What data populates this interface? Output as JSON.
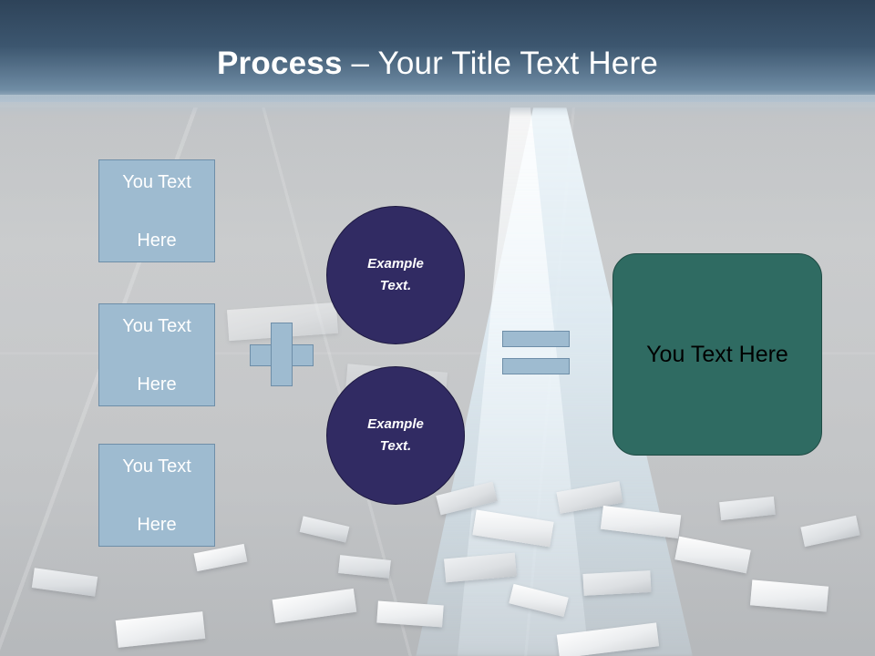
{
  "slide": {
    "title": {
      "strong": "Process",
      "rest": " – Your Title Text Here"
    },
    "left_boxes": [
      {
        "line1": "You Text",
        "line2": "Here"
      },
      {
        "line1": "You Text",
        "line2": "Here"
      },
      {
        "line1": "You Text",
        "line2": "Here"
      }
    ],
    "operators": {
      "plus": "+",
      "equals": "="
    },
    "circles": [
      {
        "line1": "Example",
        "line2": "Text."
      },
      {
        "line1": "Example",
        "line2": "Text."
      }
    ],
    "result": {
      "label": "You Text Here"
    },
    "colors": {
      "title_band_top": "#2e4359",
      "title_band_bottom": "#b4c3d0",
      "box_blue": "#9ebbd0",
      "box_blue_border": "#6e8ea8",
      "circle_navy": "#312b63",
      "result_teal": "#2f6b62",
      "title_text": "#ffffff",
      "background": "#c9cbcc"
    }
  }
}
